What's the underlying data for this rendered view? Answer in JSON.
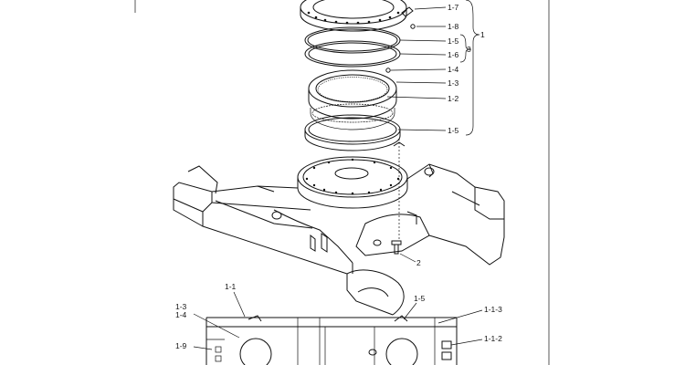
{
  "labels": {
    "p1_7": "1-7",
    "p1_8": "1-8",
    "p1_5a": "1-5",
    "p1_6": "1-6",
    "p1_4": "1-4",
    "p1_3": "1-3",
    "p1_2": "1-2",
    "p1_5b": "1-5",
    "p3": "3",
    "p1": "1",
    "p2": "2",
    "d1_1": "1-1",
    "d1_3": "1-3",
    "d1_4": "1-4",
    "d1_9": "1-9",
    "d1_5": "1-5",
    "d1_1_3": "1-1-3",
    "d1_1_2": "1-1-2"
  }
}
